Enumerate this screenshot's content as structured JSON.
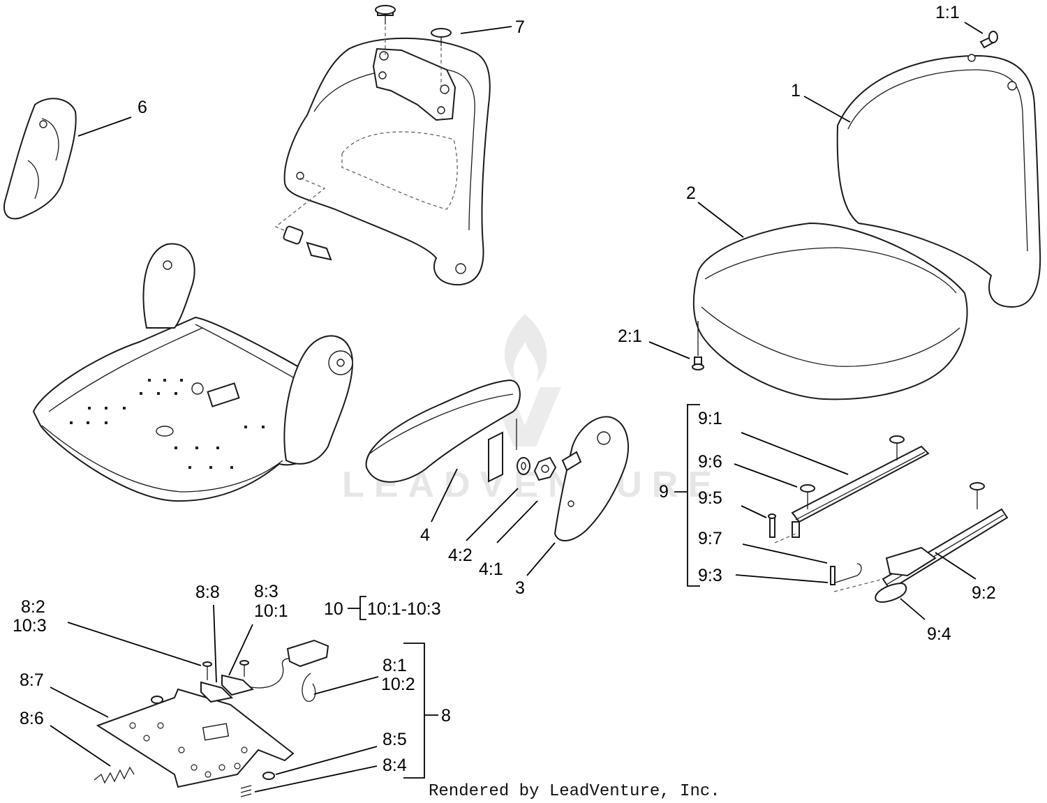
{
  "diagram": {
    "watermark": "LEADVENTURE",
    "credit": "Rendered by LeadVenture, Inc.",
    "callouts": [
      {
        "id": "c-1-1",
        "text": "1:1"
      },
      {
        "id": "c-1",
        "text": "1"
      },
      {
        "id": "c-2",
        "text": "2"
      },
      {
        "id": "c-2-1",
        "text": "2:1"
      },
      {
        "id": "c-3",
        "text": "3"
      },
      {
        "id": "c-4",
        "text": "4"
      },
      {
        "id": "c-4-1",
        "text": "4:1"
      },
      {
        "id": "c-4-2",
        "text": "4:2"
      },
      {
        "id": "c-6",
        "text": "6"
      },
      {
        "id": "c-7",
        "text": "7"
      },
      {
        "id": "c-8",
        "text": "8"
      },
      {
        "id": "c-8-1",
        "text": "8:1"
      },
      {
        "id": "c-8-2",
        "text": "8:2"
      },
      {
        "id": "c-8-3",
        "text": "8:3"
      },
      {
        "id": "c-8-4",
        "text": "8:4"
      },
      {
        "id": "c-8-5",
        "text": "8:5"
      },
      {
        "id": "c-8-6",
        "text": "8:6"
      },
      {
        "id": "c-8-7",
        "text": "8:7"
      },
      {
        "id": "c-8-8",
        "text": "8:8"
      },
      {
        "id": "c-9",
        "text": "9"
      },
      {
        "id": "c-9-1",
        "text": "9:1"
      },
      {
        "id": "c-9-2",
        "text": "9:2"
      },
      {
        "id": "c-9-3",
        "text": "9:3"
      },
      {
        "id": "c-9-4",
        "text": "9:4"
      },
      {
        "id": "c-9-5",
        "text": "9:5"
      },
      {
        "id": "c-9-6",
        "text": "9:6"
      },
      {
        "id": "c-9-7",
        "text": "9:7"
      },
      {
        "id": "c-10",
        "text": "10"
      },
      {
        "id": "c-10-1",
        "text": "10:1"
      },
      {
        "id": "c-10-2",
        "text": "10:2"
      },
      {
        "id": "c-10-3",
        "text": "10:3"
      },
      {
        "id": "c-10-range",
        "text": "10:1-10:3"
      }
    ]
  }
}
